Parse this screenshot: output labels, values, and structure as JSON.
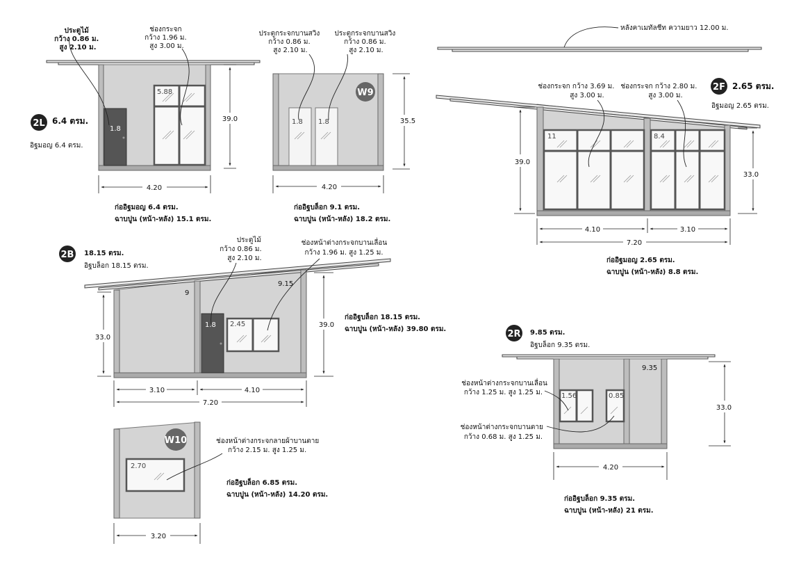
{
  "panels": {
    "p2L": {
      "badge": "2L",
      "area": "6.4 ตรม.",
      "material": "อิฐมอญ 6.4 ตรม.",
      "door_note": [
        "ประตูไม้",
        "กว้าง 0.86 ม.",
        "สูง 2.10 ม."
      ],
      "window_note": [
        "ช่องกระจก",
        "กว้าง 1.96 ม.",
        "สูง 3.00 ม."
      ],
      "window_area": "5.88",
      "door_area": "1.8",
      "height_dim": "39.0",
      "width_dim": "4.20",
      "summary": [
        "ก่ออิฐมอญ 6.4 ตรม.",
        "ฉาบปูน (หน้า-หลัง) 15.1 ตรม."
      ]
    },
    "pW9": {
      "badge": "W9",
      "door1_note": [
        "ประตูกระจกบานสวิง",
        "กว้าง 0.86 ม.",
        "สูง 2.10 ม."
      ],
      "door2_note": [
        "ประตูกระจกบานสวิง",
        "กว้าง 0.86 ม.",
        "สูง 2.10 ม."
      ],
      "door1_area": "1.8",
      "door2_area": "1.8",
      "height_dim": "35.5",
      "width_dim": "4.20",
      "summary": [
        "ก่ออิฐบล็อก 9.1 ตรม.",
        "ฉาบปูน (หน้า-หลัง) 18.2 ตรม."
      ]
    },
    "p2F": {
      "badge": "2F",
      "area": "2.65 ตรม.",
      "material": "อิฐมอญ 2.65 ตรม.",
      "roof_note": "หลังคาเมทัลชีท ความยาว 12.00 ม.",
      "win1_note": [
        "ช่องกระจก กว้าง 3.69 ม.",
        "สูง 3.00 ม."
      ],
      "win2_note": [
        "ช่องกระจก กว้าง 2.80 ม.",
        "สูง 3.00 ม."
      ],
      "win1_area": "11",
      "win2_area": "8.4",
      "left_height": "39.0",
      "right_height": "33.0",
      "width1": "4.10",
      "width2": "3.10",
      "total_width": "7.20",
      "summary": [
        "ก่ออิฐมอญ 2.65 ตรม.",
        "ฉาบปูน (หน้า-หลัง) 8.8 ตรม."
      ]
    },
    "p2B": {
      "badge": "2B",
      "area": "18.15 ตรม.",
      "material": "อิฐบล็อก 18.15 ตรม.",
      "door_note": [
        "ประตูไม้",
        "กว้าง 0.86 ม.",
        "สูง 2.10 ม."
      ],
      "window_note": [
        "ช่องหน้าต่างกระจกบานเลื่อน",
        "กว้าง 1.96 ม. สูง 1.25 ม."
      ],
      "left_area": "9",
      "right_area": "9.15",
      "door_area": "1.8",
      "window_area": "2.45",
      "left_height": "33.0",
      "right_height": "39.0",
      "width1": "3.10",
      "width2": "4.10",
      "total_width": "7.20",
      "summary": [
        "ก่ออิฐบล็อก 18.15 ตรม.",
        "ฉาบปูน (หน้า-หลัง) 39.80 ตรม."
      ]
    },
    "p2R": {
      "badge": "2R",
      "area": "9.85 ตรม.",
      "material": "อิฐบล็อก 9.35 ตรม.",
      "win1_note": [
        "ช่องหน้าต่างกระจกบานเลื่อน",
        "กว้าง 1.25 ม. สูง 1.25 ม."
      ],
      "win2_note": [
        "ช่องหน้าต่างกระจกบานตาย",
        "กว้าง 0.68 ม. สูง 1.25 ม."
      ],
      "right_area": "9.35",
      "win1_area": "1.56",
      "win2_area": "0.85",
      "height_dim": "33.0",
      "width_dim": "4.20",
      "summary": [
        "ก่ออิฐบล็อก 9.35 ตรม.",
        "ฉาบปูน (หน้า-หลัง) 21 ตรม."
      ]
    },
    "pW10": {
      "badge": "W10",
      "window_note": [
        "ช่องหน้าต่างกระจกลายผ้าบานตาย",
        "กว้าง 2.15 ม. สูง 1.25 ม."
      ],
      "window_area": "2.70",
      "width_dim": "3.20",
      "summary": [
        "ก่ออิฐบล็อก 6.85 ตรม.",
        "ฉาบปูน (หน้า-หลัง) 14.20 ตรม."
      ]
    }
  },
  "colors": {
    "wall": "#d4d4d4",
    "frame": "#555555",
    "door": "#555555",
    "badge": "#222222",
    "badge_gray": "#666666"
  }
}
